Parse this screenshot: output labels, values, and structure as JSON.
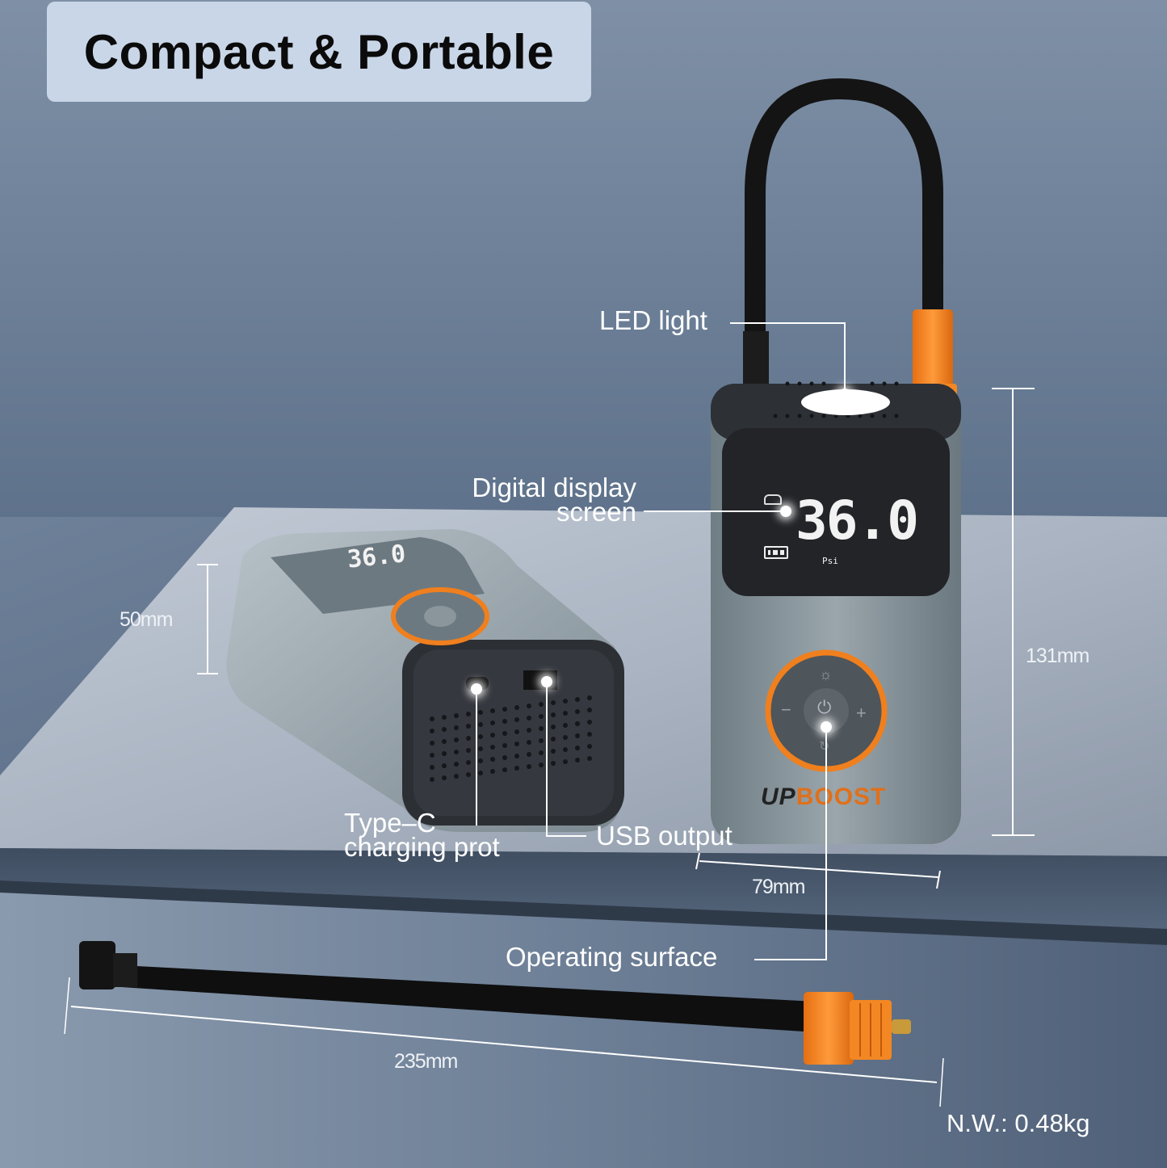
{
  "title": "Compact & Portable",
  "callouts": {
    "led_light": "LED light",
    "digital_display_line1": "Digital display",
    "digital_display_line2": "screen",
    "type_c_line1": "Type–C",
    "type_c_line2": "charging prot",
    "usb_output": "USB output",
    "operating_surface": "Operating surface"
  },
  "dimensions": {
    "height_flat": "50mm",
    "height_upright": "131mm",
    "width": "79mm",
    "hose_length": "235mm"
  },
  "net_weight": "N.W.: 0.48kg",
  "device": {
    "display_value": "36.0",
    "display_unit": "Psi",
    "brand_prefix": "UP",
    "brand_name": "BOOST",
    "icons": [
      "car-icon",
      "battery-icon",
      "light-icon",
      "power-icon",
      "minus-icon",
      "plus-icon",
      "cycle-icon"
    ]
  },
  "colors": {
    "accent_orange": "#f07f1e",
    "title_bg": "#c9d6e8",
    "device_body": "#7d8c93",
    "device_dark": "#2a2c30"
  }
}
